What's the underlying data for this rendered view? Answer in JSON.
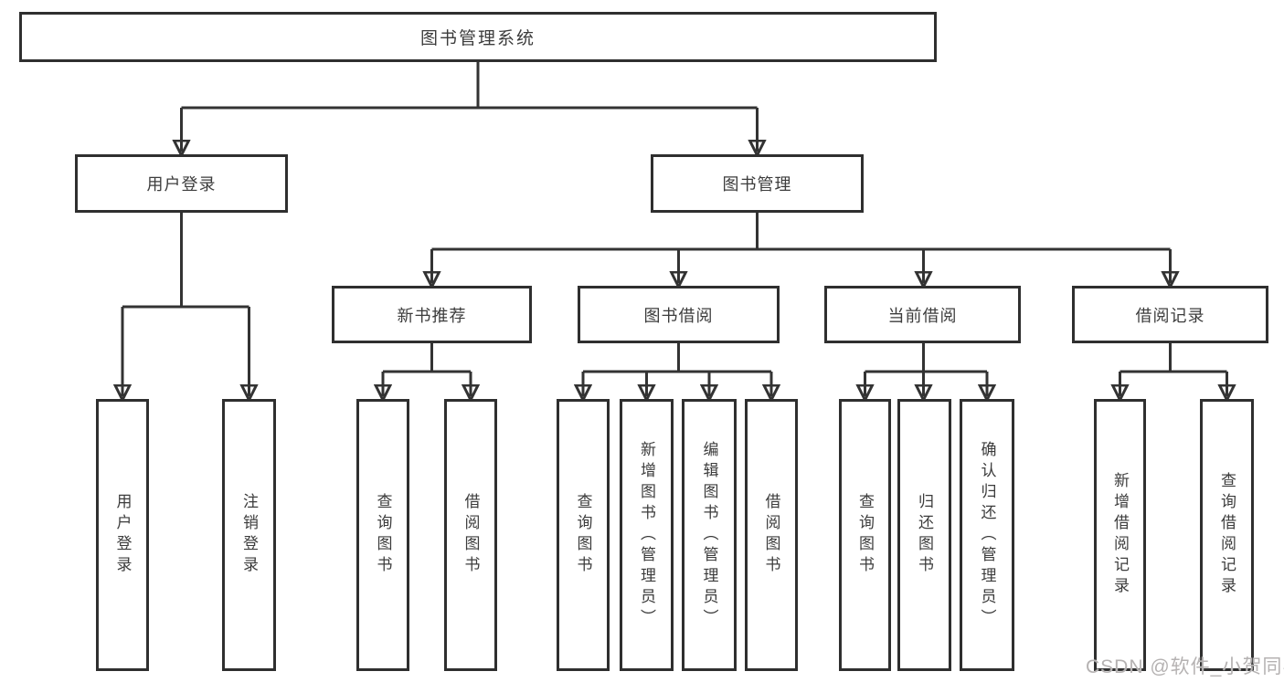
{
  "tree": {
    "label": "图书管理系统",
    "children": [
      {
        "label": "用户登录",
        "children": [
          {
            "label": "用户登录"
          },
          {
            "label": "注销登录"
          }
        ]
      },
      {
        "label": "图书管理",
        "children": [
          {
            "label": "新书推荐",
            "children": [
              {
                "label": "查询图书"
              },
              {
                "label": "借阅图书"
              }
            ]
          },
          {
            "label": "图书借阅",
            "children": [
              {
                "label": "查询图书"
              },
              {
                "label": "新增图书（管理员）"
              },
              {
                "label": "编辑图书（管理员）"
              },
              {
                "label": "借阅图书"
              }
            ]
          },
          {
            "label": "当前借阅",
            "children": [
              {
                "label": "查询图书"
              },
              {
                "label": "归还图书"
              },
              {
                "label": "确认归还（管理员）"
              }
            ]
          },
          {
            "label": "借阅记录",
            "children": [
              {
                "label": "新增借阅记录"
              },
              {
                "label": "查询借阅记录"
              }
            ]
          }
        ]
      }
    ]
  },
  "watermark": {
    "text": "CSDN @软件_小贺同学"
  },
  "colors": {
    "line": "#333333",
    "box_border": "#2f2f2f",
    "text": "#3c3c3c",
    "watermark": "#b5b2b2",
    "background": "#ffffff"
  }
}
